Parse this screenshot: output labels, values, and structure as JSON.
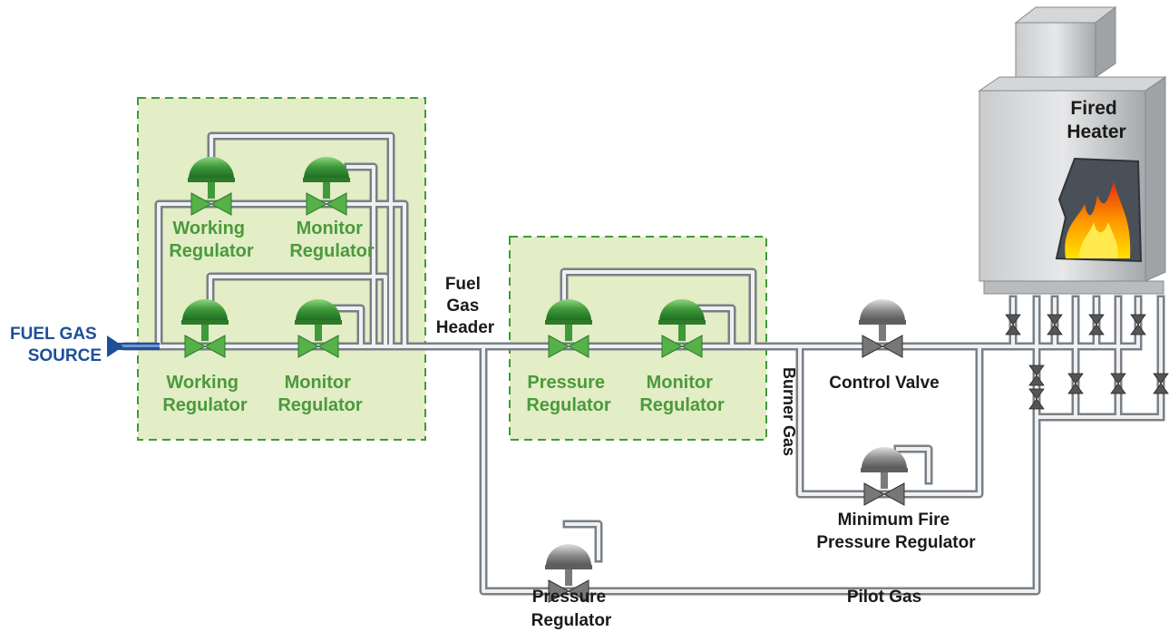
{
  "source": {
    "line1": "FUEL GAS",
    "line2": "SOURCE"
  },
  "station1": {
    "upper_working": {
      "line1": "Working",
      "line2": "Regulator"
    },
    "upper_monitor": {
      "line1": "Monitor",
      "line2": "Regulator"
    },
    "lower_working": {
      "line1": "Working",
      "line2": "Regulator"
    },
    "lower_monitor": {
      "line1": "Monitor",
      "line2": "Regulator"
    }
  },
  "header": {
    "line1": "Fuel",
    "line2": "Gas",
    "line3": "Header"
  },
  "station2": {
    "pressure": {
      "line1": "Pressure",
      "line2": "Regulator"
    },
    "monitor": {
      "line1": "Monitor",
      "line2": "Regulator"
    }
  },
  "burner_gas": "Burner Gas",
  "control_valve": "Control Valve",
  "min_fire": {
    "line1": "Minimum Fire",
    "line2": "Pressure Regulator"
  },
  "pilot_regulator": {
    "line1": "Pressure",
    "line2": "Regulator"
  },
  "pilot_gas": "Pilot Gas",
  "heater": {
    "line1": "Fired",
    "line2": "Heater"
  },
  "colors": {
    "station_fill": "#e3edc6",
    "station_border": "#3f9a3a",
    "regulator_green": "#3f9a3a",
    "regulator_gray": "#8e8e8e",
    "label_green": "#4a9a3c",
    "source_blue": "#1d4f9a",
    "pipe": "#b9bec3"
  }
}
